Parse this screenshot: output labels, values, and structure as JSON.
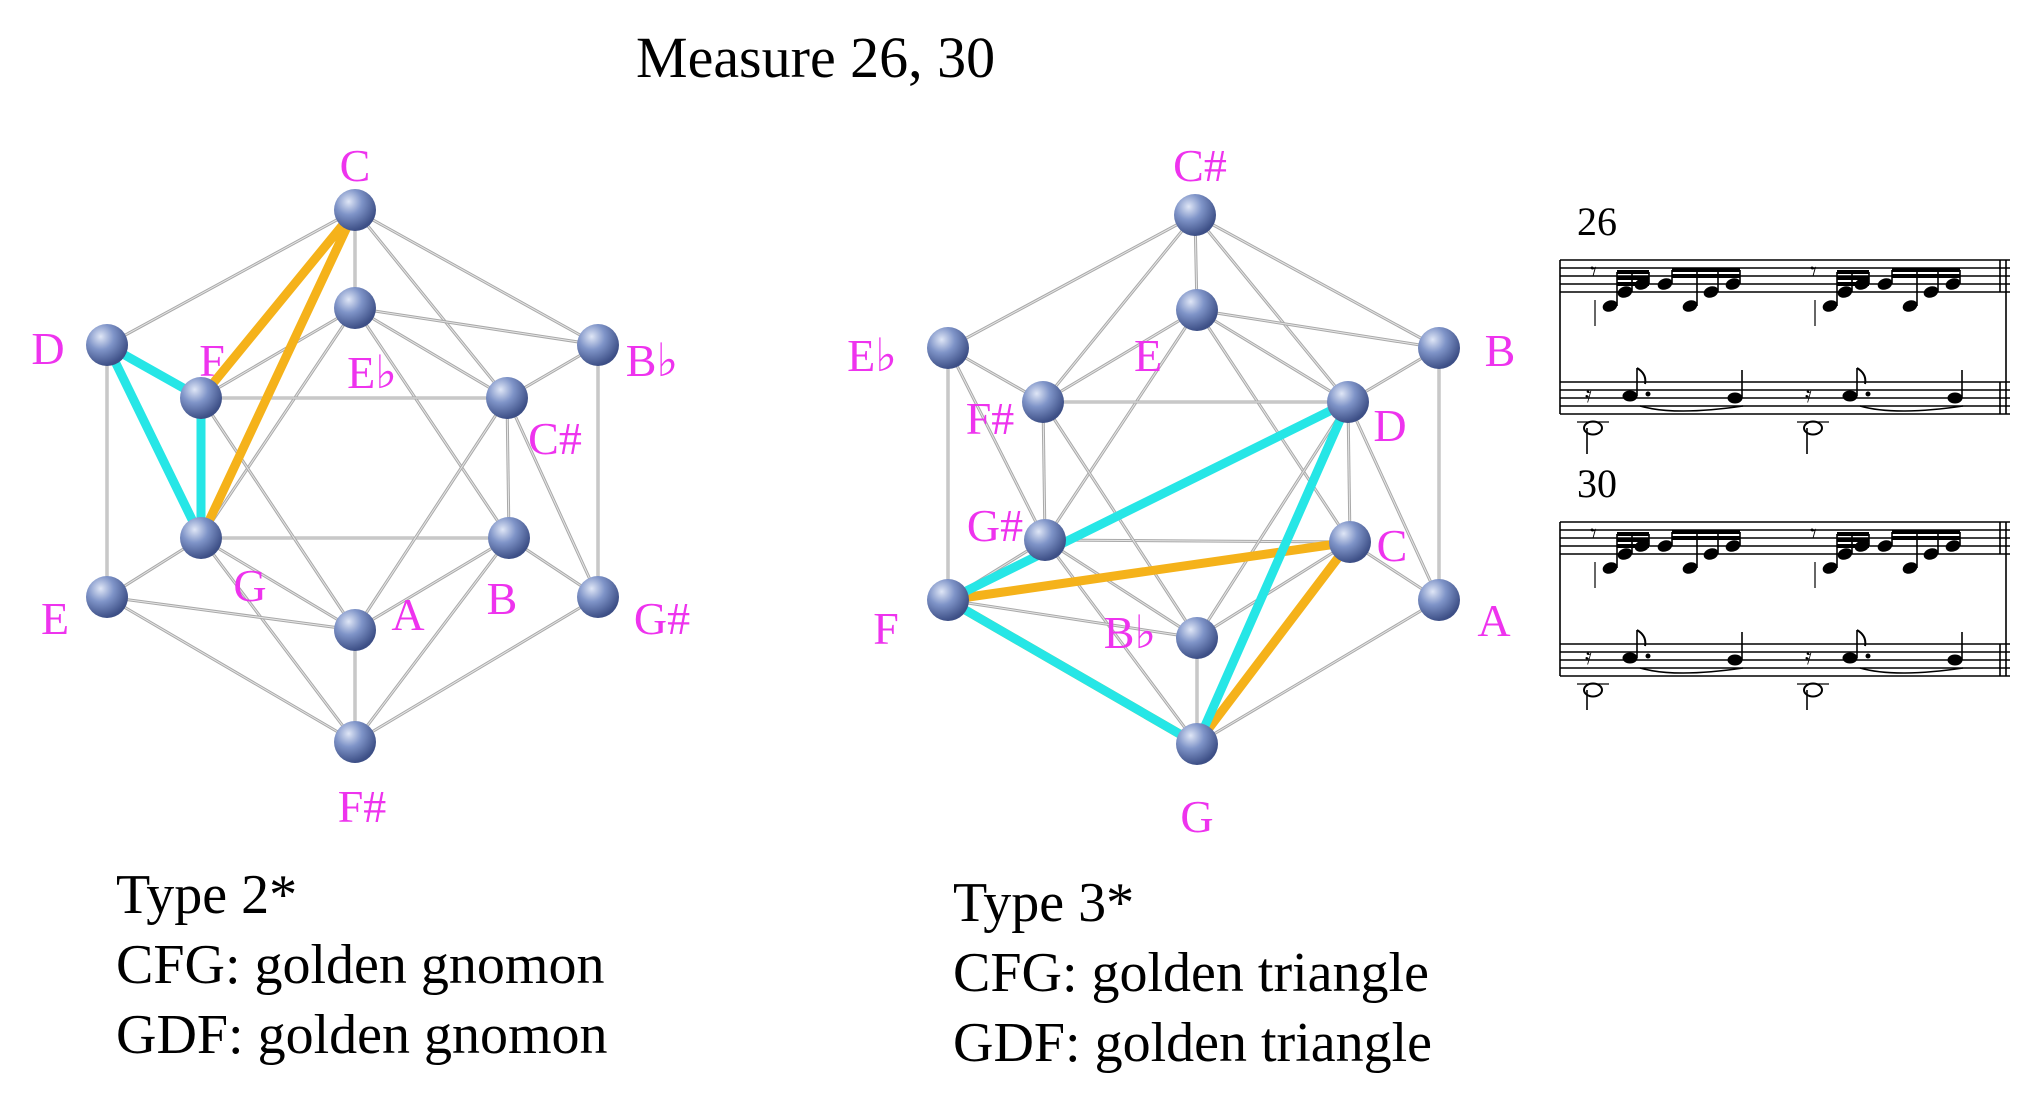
{
  "title": "Measure 26, 30",
  "colors": {
    "label": "#ee33ee",
    "edge": "#a9a9a9",
    "cfg": "#f5b21a",
    "gdf": "#26e6e6",
    "node": "#6f86bd"
  },
  "diagrams": [
    {
      "nodes": [
        {
          "id": "C",
          "label": "C"
        },
        {
          "id": "Eb",
          "label": "E♭"
        },
        {
          "id": "D",
          "label": "D"
        },
        {
          "id": "F",
          "label": "F"
        },
        {
          "id": "Bb",
          "label": "B♭"
        },
        {
          "id": "Cs",
          "label": "C#"
        },
        {
          "id": "G",
          "label": "G"
        },
        {
          "id": "B",
          "label": "B"
        },
        {
          "id": "E",
          "label": "E"
        },
        {
          "id": "Gs",
          "label": "G#"
        },
        {
          "id": "A",
          "label": "A"
        },
        {
          "id": "Fs",
          "label": "F#"
        }
      ],
      "triangles": [
        {
          "name": "CFG",
          "color": "cfg",
          "vertices": [
            "C",
            "F",
            "G"
          ]
        },
        {
          "name": "GDF",
          "color": "gdf",
          "vertices": [
            "G",
            "D",
            "F"
          ]
        }
      ],
      "caption": {
        "type": "Type 2*",
        "line1": "CFG: golden gnomon",
        "line2": "GDF: golden gnomon"
      }
    },
    {
      "nodes": [
        {
          "id": "Cs",
          "label": "C#"
        },
        {
          "id": "E",
          "label": "E"
        },
        {
          "id": "Eb",
          "label": "E♭"
        },
        {
          "id": "B",
          "label": "B"
        },
        {
          "id": "Fs",
          "label": "F#"
        },
        {
          "id": "D",
          "label": "D"
        },
        {
          "id": "Gs",
          "label": "G#"
        },
        {
          "id": "C",
          "label": "C"
        },
        {
          "id": "F",
          "label": "F"
        },
        {
          "id": "A",
          "label": "A"
        },
        {
          "id": "Bb",
          "label": "B♭"
        },
        {
          "id": "G",
          "label": "G"
        }
      ],
      "triangles": [
        {
          "name": "CFG",
          "color": "cfg",
          "vertices": [
            "C",
            "F",
            "G"
          ]
        },
        {
          "name": "GDF",
          "color": "gdf",
          "vertices": [
            "G",
            "D",
            "F"
          ]
        }
      ],
      "caption": {
        "type": "Type 3*",
        "line1": "CFG: golden triangle",
        "line2": "GDF: golden triangle"
      }
    }
  ],
  "score": {
    "measures": [
      {
        "number": "26"
      },
      {
        "number": "30"
      }
    ]
  }
}
